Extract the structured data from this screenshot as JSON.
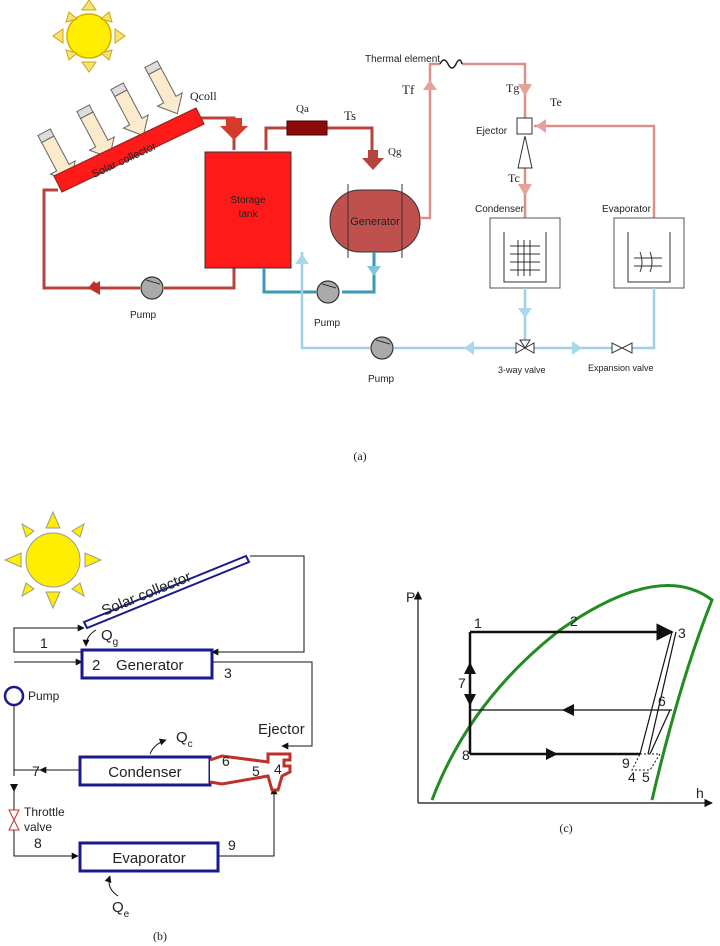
{
  "panel_a": {
    "caption": "(a)",
    "labels": {
      "qcoll": "Qcoll",
      "solar_collector": "Solar collector",
      "qa": "Qa",
      "ts": "Ts",
      "tf": "Tf",
      "qg": "Qg",
      "thermal_element": "Thermal element",
      "tg": "Tg",
      "te": "Te",
      "ejector": "Ejector",
      "tc": "Tc",
      "storage_tank": "Storage tank",
      "generator": "Generator",
      "condenser": "Condenser",
      "evaporator": "Evaporator",
      "pump_1": "Pump",
      "pump_2": "Pump",
      "pump_3": "Pump",
      "three_way_valve": "3-way valve",
      "expansion_valve": "Expansion valve"
    },
    "colors": {
      "hot_loop": "#b5443c",
      "cold_loop": "#3e97b5",
      "refrigerant_hot": "#d9908a",
      "refrigerant_cold": "#9fd0e3",
      "tank": "#ff1a1a",
      "generator": "#c0504d"
    }
  },
  "panel_b": {
    "caption": "(b)",
    "labels": {
      "solar_collector": "Solar collector",
      "qg": "Q",
      "qg_sub": "g",
      "qc": "Q",
      "qc_sub": "c",
      "qe": "Q",
      "qe_sub": "e",
      "generator": "Generator",
      "condenser": "Condenser",
      "evaporator": "Evaporator",
      "ejector": "Ejector",
      "pump": "Pump",
      "throttle_1": "Throttle",
      "throttle_2": "valve",
      "n1": "1",
      "n2": "2",
      "n3": "3",
      "n4": "4",
      "n5": "5",
      "n6": "6",
      "n7": "7",
      "n8": "8",
      "n9": "9"
    },
    "colors": {
      "box": "#1a1a8c",
      "ejector": "#c0302a",
      "sun": "#ffee00"
    }
  },
  "panel_c": {
    "caption": "(c)",
    "labels": {
      "p_axis": "P",
      "h_axis": "h",
      "s1": "1",
      "s2": "2",
      "s3": "3",
      "s4": "4",
      "s5": "5",
      "s6": "6",
      "s7": "7",
      "s8": "8",
      "s9": "9"
    },
    "colors": {
      "dome": "#228b22"
    }
  }
}
